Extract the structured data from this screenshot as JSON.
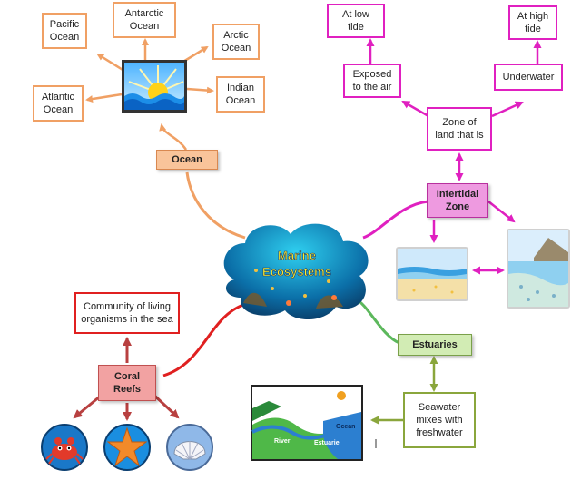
{
  "center": {
    "label_line1": "Marine",
    "label_line2": "Ecosystems"
  },
  "ocean": {
    "label": "Ocean",
    "children": {
      "pacific": {
        "line1": "Pacific",
        "line2": "Ocean"
      },
      "antarctic": {
        "line1": "Antarctic",
        "line2": "Ocean"
      },
      "arctic": {
        "line1": "Arctic",
        "line2": "Ocean"
      },
      "atlantic": {
        "line1": "Atlantic",
        "line2": "Ocean"
      },
      "indian": {
        "line1": "Indian",
        "line2": "Ocean"
      }
    }
  },
  "intertidal": {
    "label_line1": "Intertidal",
    "label_line2": "Zone",
    "zone": {
      "line1": "Zone of",
      "line2": "land that is"
    },
    "exposed": {
      "line1": "Exposed",
      "line2": "to the air"
    },
    "underwater": {
      "line1": "Underwater"
    },
    "low_tide": {
      "line1": "At low",
      "line2": "tide"
    },
    "high_tide": {
      "line1": "At high",
      "line2": "tide"
    }
  },
  "coral": {
    "label_line1": "Coral",
    "label_line2": "Reefs",
    "community": {
      "line1": "Community of living",
      "line2": "organisms in the sea"
    }
  },
  "estuaries": {
    "label": "Estuaries",
    "seawater": {
      "line1": "Seawater",
      "line2": "mixes with",
      "line3": "freshwater"
    },
    "map": {
      "ocean": "Ocean",
      "river": "River",
      "estuarie": "Estuarie"
    }
  },
  "colors": {
    "orange": "#f0a064",
    "magenta": "#e020c0",
    "red": "#e02020",
    "olive": "#8aa63c",
    "ocean_pill": "#f9c49a",
    "intertidal_pill": "#ee9ae0",
    "coral_pill": "#f2a2a2",
    "estuaries_pill": "#d2ecb4"
  }
}
